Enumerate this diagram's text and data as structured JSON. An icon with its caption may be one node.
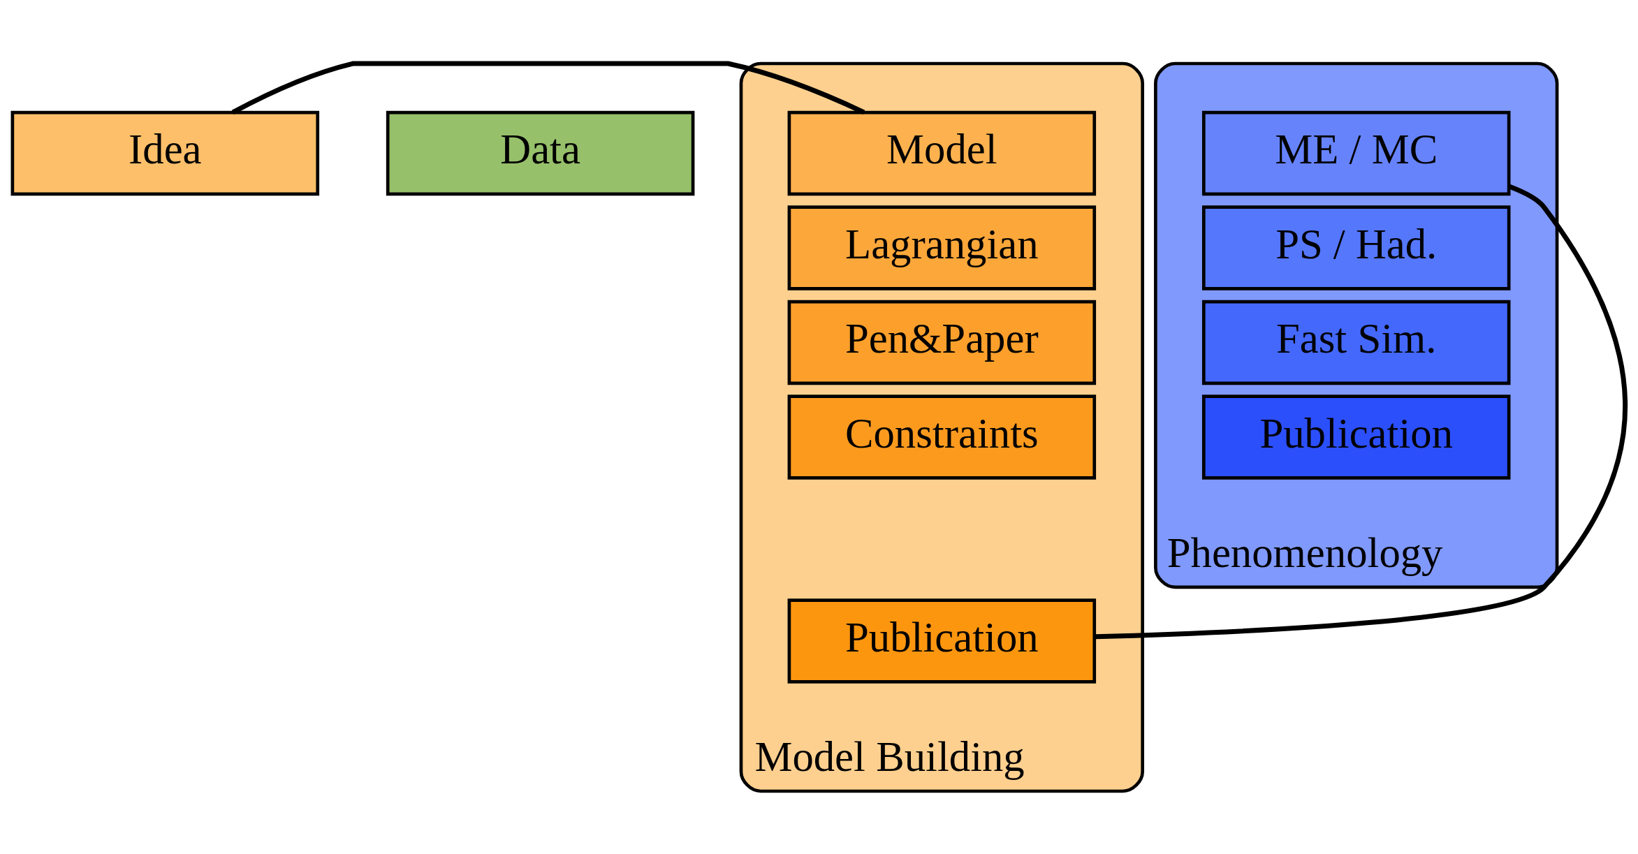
{
  "diagram": {
    "nodes": [
      {
        "text": [
          "Idea"
        ]
      },
      {
        "text": [
          "Model Building"
        ]
      },
      {
        "text": [
          "Model"
        ],
        "in": 1
      },
      {
        "text": [
          "Lagrangian"
        ],
        "in": 1
      },
      {
        "text": [
          "Pen&Paper"
        ],
        "in": 1
      },
      {
        "text": [
          "Constraints"
        ],
        "in": 1
      },
      {
        "text": [
          "Publication"
        ],
        "in": 1
      },
      {
        "text": [
          "Phenomenology"
        ]
      },
      {
        "text": [
          "ME / MC"
        ],
        "in": 7
      },
      {
        "text": [
          "PS / Had."
        ],
        "in": 7
      },
      {
        "text": [
          "Fast Sim."
        ],
        "in": 7
      },
      {
        "text": [
          "Publication"
        ],
        "in": 7
      },
      {
        "text": [
          "Data"
        ]
      }
    ],
    "edges": [
      {
        "from": 0,
        "to": 2,
        "arrow": "none"
      },
      {
        "from": 6,
        "to": 8,
        "arrow": "none"
      }
    ]
  }
}
